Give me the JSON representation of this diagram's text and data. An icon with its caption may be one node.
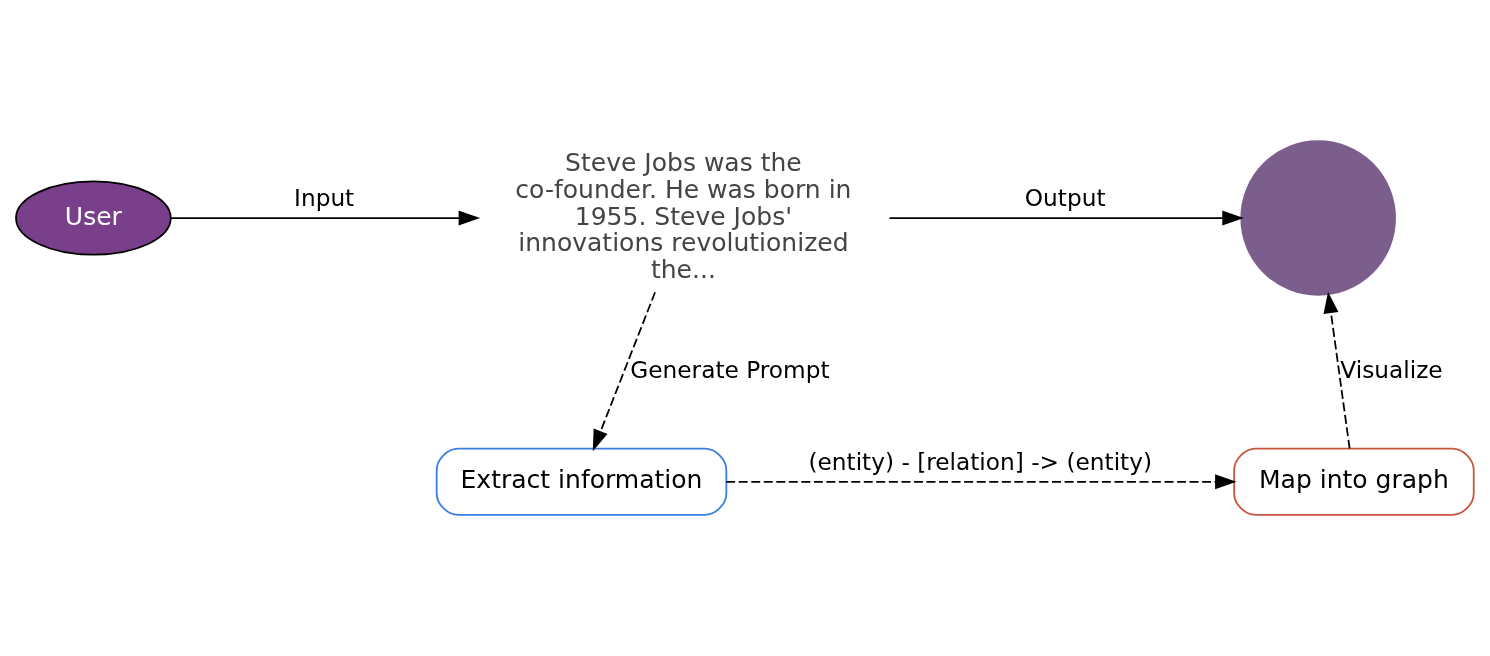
{
  "diagram": {
    "nodes": [
      {
        "text": [
          "User"
        ]
      },
      {
        "text": [
          "Steve Jobs was the co-founder. He was born in 1955. Steve Jobs' innovations revolutionized the..."
        ]
      },
      {
        "text": [],
        "shape": "circle"
      },
      {
        "text": [
          "Extract information"
        ]
      },
      {
        "text": [
          "Map into graph"
        ]
      }
    ],
    "edges": [
      {
        "from": 0,
        "to": 1,
        "arrow": "to",
        "label": "Input"
      },
      {
        "from": 1,
        "to": 2,
        "arrow": "to",
        "label": "Output"
      },
      {
        "from": 1,
        "to": 3,
        "arrow": "to",
        "label": "Generate Prompt",
        "style": "dashed"
      },
      {
        "from": 3,
        "to": 4,
        "arrow": "to",
        "label": "(entity) - [relation] -> (entity)",
        "style": "dashed"
      },
      {
        "from": 4,
        "to": 2,
        "arrow": "to",
        "label": "Visualize",
        "style": "dashed"
      }
    ]
  }
}
